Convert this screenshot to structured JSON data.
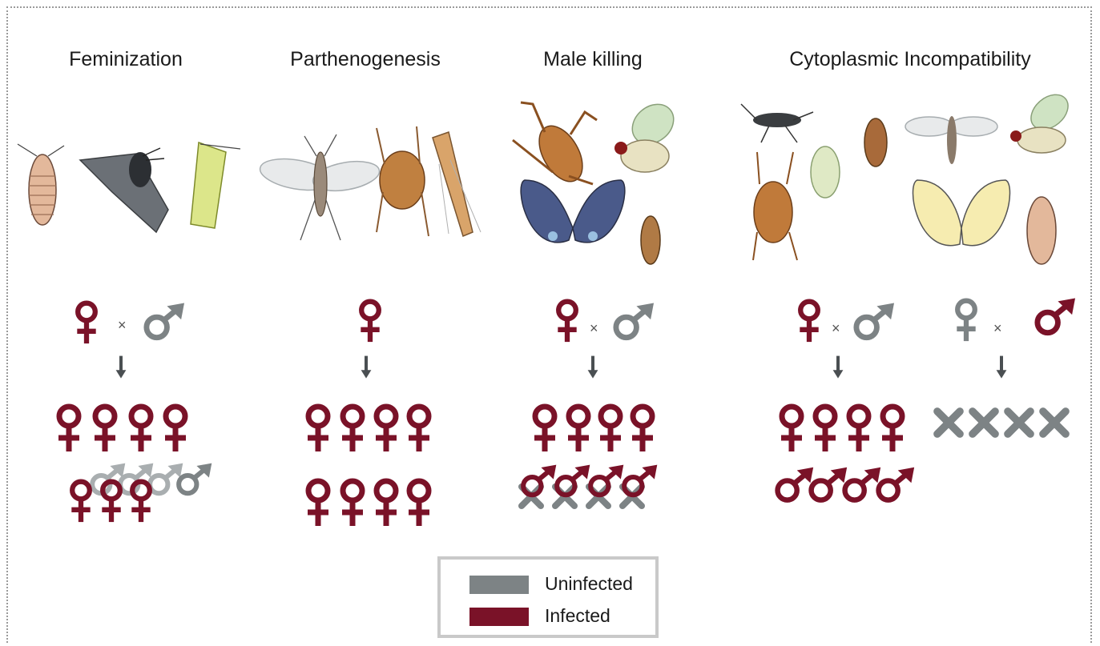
{
  "colors": {
    "infected": "#7a1228",
    "uninfected": "#7d8385",
    "arrow": "#4a4f52",
    "legend_border": "#c9c9c9"
  },
  "panels": [
    {
      "title": "Feminization",
      "animals": [
        "woodlouse",
        "moth",
        "leafhopper"
      ]
    },
    {
      "title": "Parthenogenesis",
      "animals": [
        "wasp",
        "mite",
        "thrips"
      ]
    },
    {
      "title": "Male killing",
      "animals": [
        "pseudoscorpion",
        "fruit-fly",
        "butterfly",
        "beetle"
      ]
    },
    {
      "title": "Cytoplasmic Incompatibility",
      "animals": [
        "cricket",
        "beetle",
        "wasp",
        "fruit-fly",
        "mite",
        "leafhopper",
        "butterfly",
        "woodlouse"
      ]
    }
  ],
  "cross_symbol": "×",
  "legend": [
    {
      "label": "Uninfected",
      "status": "uninfected"
    },
    {
      "label": "Infected",
      "status": "infected"
    }
  ]
}
